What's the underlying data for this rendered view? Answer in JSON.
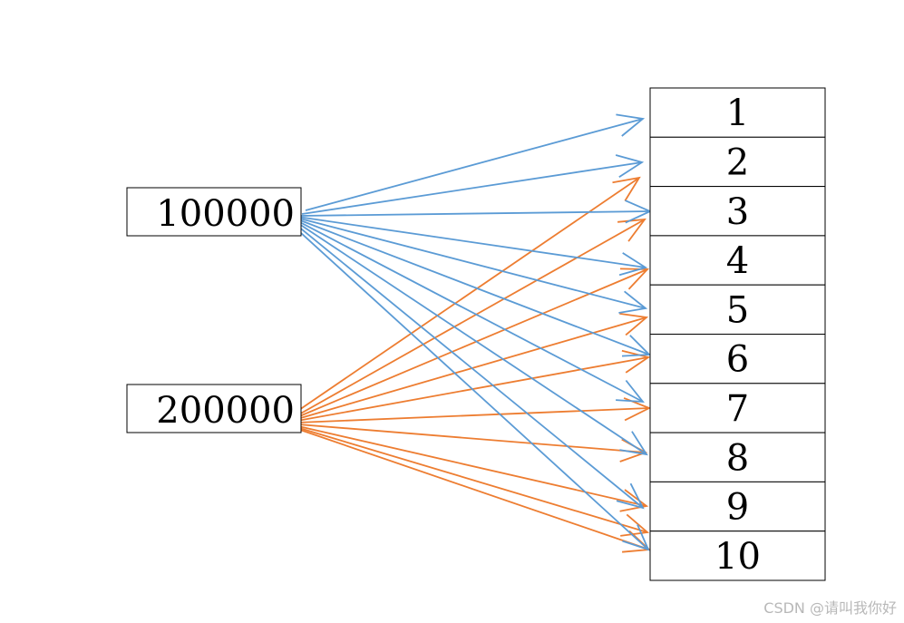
{
  "sources": [
    {
      "id": "src-100000",
      "label": "100000"
    },
    {
      "id": "src-200000",
      "label": "200000"
    }
  ],
  "targets": [
    "1",
    "2",
    "3",
    "4",
    "5",
    "6",
    "7",
    "8",
    "9",
    "10"
  ],
  "connections": {
    "100000": {
      "color": "#5b9bd5",
      "to": [
        "1",
        "2",
        "3",
        "4",
        "5",
        "6",
        "7",
        "8",
        "9",
        "10"
      ]
    },
    "200000": {
      "color": "#ed7d31",
      "to": [
        "1",
        "2",
        "3",
        "4",
        "5",
        "6",
        "7",
        "8",
        "9",
        "10"
      ]
    }
  },
  "watermark": "CSDN @请叫我你好"
}
